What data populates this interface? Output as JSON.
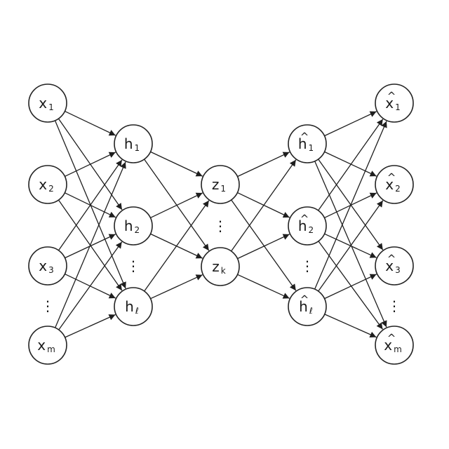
{
  "diagram": {
    "layers": [
      {
        "id": "input",
        "nodes": [
          {
            "base": "x",
            "sub": "1",
            "hat": false
          },
          {
            "base": "x",
            "sub": "2",
            "hat": false
          },
          {
            "base": "x",
            "sub": "3",
            "hat": false
          },
          {
            "base": "x",
            "sub": "m",
            "hat": false
          }
        ],
        "ellipsis_after_index": 2
      },
      {
        "id": "encoder-hidden",
        "nodes": [
          {
            "base": "h",
            "sub": "1",
            "hat": false
          },
          {
            "base": "h",
            "sub": "2",
            "hat": false
          },
          {
            "base": "h",
            "sub": "ℓ",
            "hat": false
          }
        ],
        "ellipsis_after_index": 1
      },
      {
        "id": "code",
        "nodes": [
          {
            "base": "z",
            "sub": "1",
            "hat": false
          },
          {
            "base": "z",
            "sub": "k",
            "hat": false
          }
        ],
        "ellipsis_after_index": 0
      },
      {
        "id": "decoder-hidden",
        "nodes": [
          {
            "base": "h",
            "sub": "1",
            "hat": true
          },
          {
            "base": "h",
            "sub": "2",
            "hat": true
          },
          {
            "base": "h",
            "sub": "ℓ",
            "hat": true
          }
        ],
        "ellipsis_after_index": 1
      },
      {
        "id": "output",
        "nodes": [
          {
            "base": "x",
            "sub": "1",
            "hat": true
          },
          {
            "base": "x",
            "sub": "2",
            "hat": true
          },
          {
            "base": "x",
            "sub": "3",
            "hat": true
          },
          {
            "base": "x",
            "sub": "m",
            "hat": true
          }
        ],
        "ellipsis_after_index": 2
      }
    ],
    "connectivity": "fully-connected between adjacent layers",
    "colors": {
      "background": "#ffffff",
      "stroke": "#222222",
      "text": "#1a1a1a"
    },
    "ellipsis_glyph": "⋮",
    "hat_glyph": "^"
  }
}
